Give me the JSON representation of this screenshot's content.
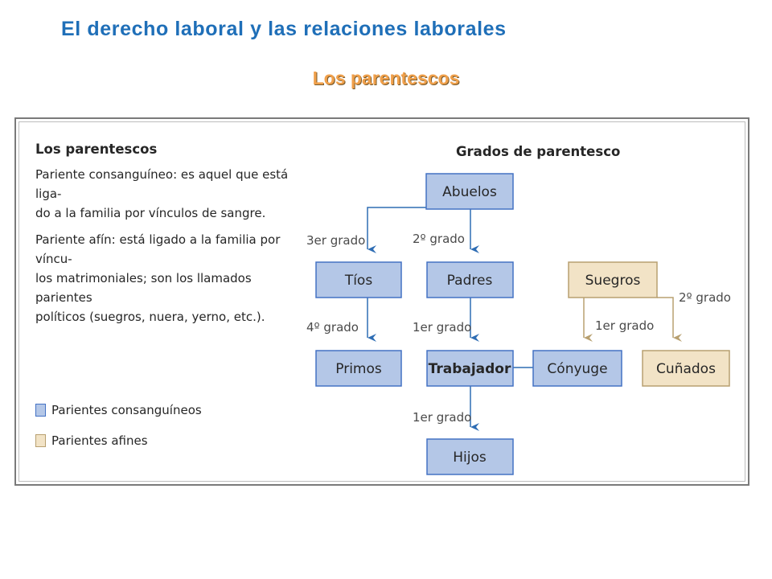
{
  "slide": {
    "title": "El derecho laboral y las relaciones laborales",
    "subtitle": "Los parentescos"
  },
  "text_panel": {
    "heading": "Los parentescos",
    "paragraph1_lines": [
      "Pariente consanguíneo: es aquel que está liga-",
      "do a la familia por vínculos de sangre."
    ],
    "paragraph2_lines": [
      "Pariente afín: está ligado a la familia por víncu-",
      "los matrimoniales; son los llamados parientes",
      "políticos (suegros, nuera, yerno, etc.)."
    ]
  },
  "legend": [
    {
      "label": "Parientes consanguíneos",
      "color": "#b4c7e7",
      "border": "#4472c4"
    },
    {
      "label": "Parientes afines",
      "color": "#f2e3c6",
      "border": "#b8a070"
    }
  ],
  "diagram": {
    "title": "Grados de parentesco",
    "nodes": {
      "abuelos": "Abuelos",
      "tios": "Tíos",
      "padres": "Padres",
      "suegros": "Suegros",
      "primos": "Primos",
      "trabajador": "Trabajador",
      "conyuge": "Cónyuge",
      "cunados": "Cuñados",
      "hijos": "Hijos"
    },
    "edge_labels": {
      "abuelos_tios": "3er grado",
      "abuelos_padres": "2º grado",
      "tios_primos": "4º grado",
      "padres_trabajador": "1er grado",
      "trabajador_hijos": "1er grado",
      "suegros_conyuge": "1er grado",
      "suegros_cunados": "2º grado"
    },
    "colors": {
      "consanguineo_fill": "#b4c7e7",
      "consanguineo_border": "#4472c4",
      "afin_fill": "#f2e3c6",
      "afin_border": "#b8a070",
      "arrow_blue": "#2e6db4",
      "arrow_tan": "#b8a070"
    }
  }
}
